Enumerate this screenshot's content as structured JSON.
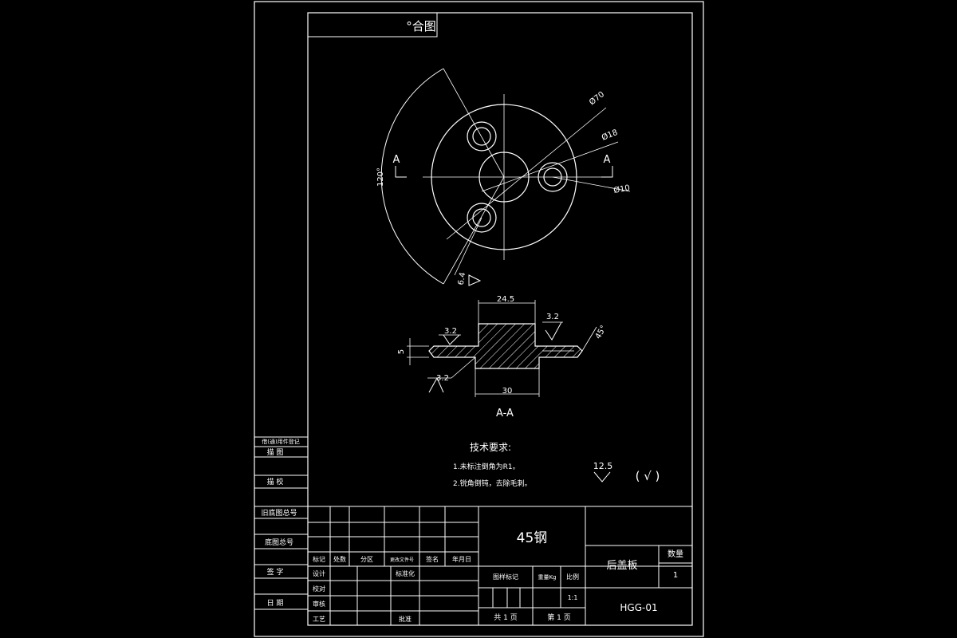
{
  "drawing": {
    "top_label": "°合图",
    "dims": {
      "d70": "Ø70",
      "d18": "Ø18",
      "d10": "Ø10",
      "angle": "120°",
      "roughness_64": "6.4",
      "width_245": "24.5",
      "width_30": "30",
      "height_5": "5",
      "chamfer": "45°"
    },
    "roughness_marks": [
      "3.2",
      "3.2",
      "3.2"
    ],
    "section_marker": "A",
    "section_title": "A-A"
  },
  "tech_requirements": {
    "heading": "技术要求:",
    "items": [
      "1.未标注倒角为R1。",
      "2.锐角倒钝，去除毛刺。"
    ],
    "general_roughness": "12.5",
    "general_symbol": "( √ )"
  },
  "side_panel": [
    "借(通)用件登记",
    "描 图",
    "描 校",
    "旧底图总号",
    "底图总号",
    "签 字",
    "日 期"
  ],
  "title_block": {
    "material": "45钢",
    "part_name": "后盖板",
    "quantity_label": "数量",
    "quantity_value": "1",
    "drawing_number": "HGG-01",
    "rev_headers": [
      "标记",
      "处数",
      "分区",
      "更改文件号",
      "签名",
      "年月日"
    ],
    "roles": [
      "设计",
      "校对",
      "审核",
      "工艺"
    ],
    "standardize": "标准化",
    "approve": "批准",
    "stage_mark": "图样标记",
    "weight": "重量Kg",
    "scale_label": "比例",
    "scale_value": "1:1",
    "total_pages": "共 1 页",
    "page_no": "第 1 页"
  }
}
